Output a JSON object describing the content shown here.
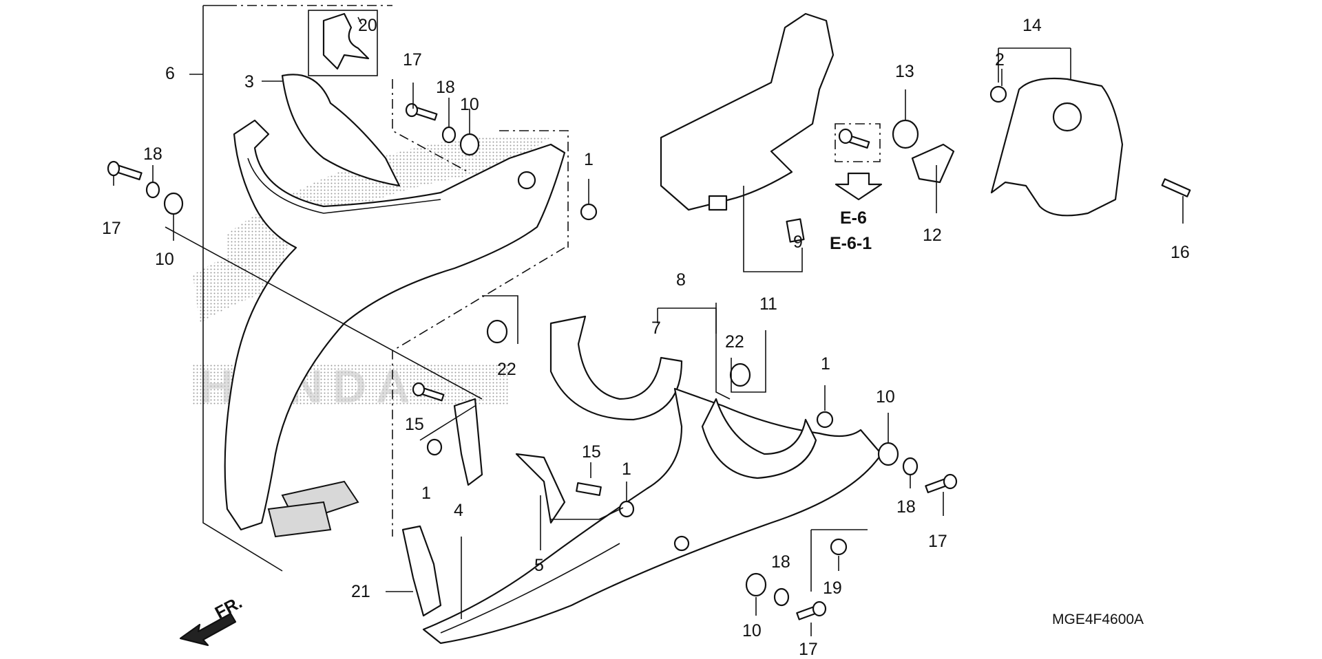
{
  "diagram": {
    "code": "MGE4F4600A",
    "ref_top": "E-6",
    "ref_bottom": "E-6-1",
    "front_label": "FR.",
    "labels": {
      "l1a": "1",
      "l1b": "1",
      "l1c": "1",
      "l1d": "1",
      "l2": "2",
      "l3": "3",
      "l4": "4",
      "l5": "5",
      "l6": "6",
      "l7": "7",
      "l8": "8",
      "l9": "9",
      "l10a": "10",
      "l10b": "10",
      "l10c": "10",
      "l10d": "10",
      "l11": "11",
      "l12": "12",
      "l13": "13",
      "l14": "14",
      "l15a": "15",
      "l15b": "15",
      "l16": "16",
      "l17a": "17",
      "l17b": "17",
      "l17c": "17",
      "l17d": "17",
      "l18a": "18",
      "l18b": "18",
      "l18c": "18",
      "l18d": "18",
      "l19": "19",
      "l20": "20",
      "l21": "21",
      "l22a": "22",
      "l22b": "22"
    },
    "watermark": "HONDA"
  }
}
